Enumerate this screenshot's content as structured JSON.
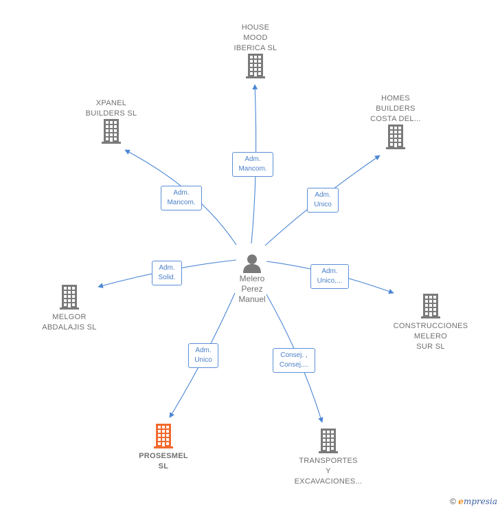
{
  "center": {
    "name": "Melero\nPerez\nManuel"
  },
  "companies": [
    {
      "id": "house",
      "label": "HOUSE\nMOOD\nIBERICA  SL",
      "highlight": false
    },
    {
      "id": "xpanel",
      "label": "XPANEL\nBUILDERS  SL",
      "highlight": false
    },
    {
      "id": "homes",
      "label": "HOMES\nBUILDERS\nCOSTA DEL...",
      "highlight": false
    },
    {
      "id": "melgor",
      "label": "MELGOR\nABDALAJIS  SL",
      "highlight": false
    },
    {
      "id": "construcciones",
      "label": "CONSTRUCCIONES\nMELERO\nSUR  SL",
      "highlight": false
    },
    {
      "id": "prosesmel",
      "label": "PROSESMEL\nSL",
      "highlight": true
    },
    {
      "id": "transportes",
      "label": "TRANSPORTES\nY\nEXCAVACIONES...",
      "highlight": false
    }
  ],
  "edges": [
    {
      "to": "house",
      "label": "Adm.\nMancom."
    },
    {
      "to": "xpanel",
      "label": "Adm.\nMancom."
    },
    {
      "to": "homes",
      "label": "Adm.\nUnico"
    },
    {
      "to": "melgor",
      "label": "Adm.\nSolid."
    },
    {
      "to": "construcciones",
      "label": "Adm.\nUnico,..."
    },
    {
      "to": "prosesmel",
      "label": "Adm.\nUnico"
    },
    {
      "to": "transportes",
      "label": "Consej. ,\nConsej...."
    }
  ],
  "colors": {
    "edge": "#4a86d4",
    "building": "#7a7a7a",
    "building_highlight": "#f26a2e",
    "person": "#7a7a7a"
  },
  "footer": {
    "copyright": "©",
    "brand_initial": "e",
    "brand_rest": "mpresia"
  }
}
